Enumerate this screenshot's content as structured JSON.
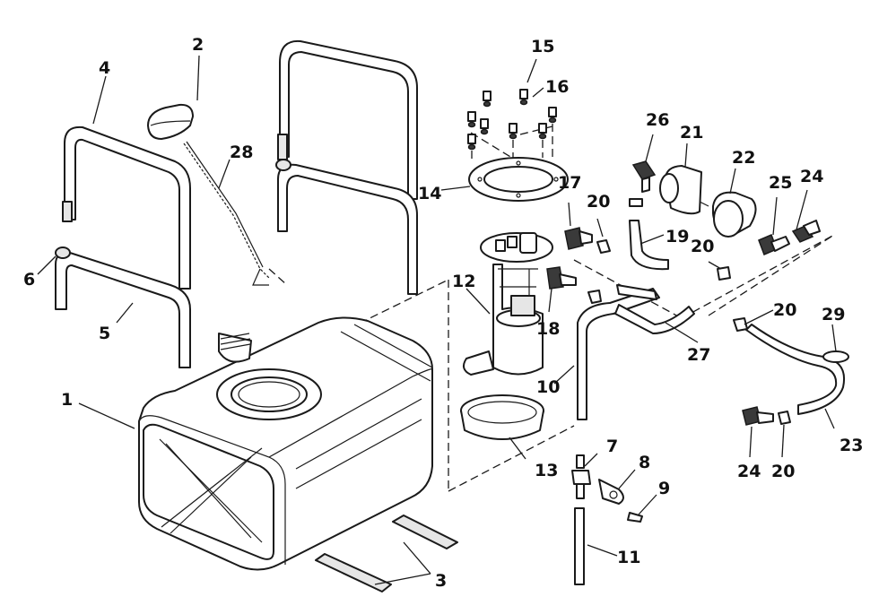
{
  "callouts": [
    {
      "id": "c1",
      "text": "1"
    },
    {
      "id": "c2",
      "text": "2"
    },
    {
      "id": "c3",
      "text": "3"
    },
    {
      "id": "c4",
      "text": "4"
    },
    {
      "id": "c5",
      "text": "5"
    },
    {
      "id": "c6",
      "text": "6"
    },
    {
      "id": "c7",
      "text": "7"
    },
    {
      "id": "c8",
      "text": "8"
    },
    {
      "id": "c9",
      "text": "9"
    },
    {
      "id": "c10",
      "text": "10"
    },
    {
      "id": "c11",
      "text": "11"
    },
    {
      "id": "c12",
      "text": "12"
    },
    {
      "id": "c13",
      "text": "13"
    },
    {
      "id": "c14",
      "text": "14"
    },
    {
      "id": "c15",
      "text": "15"
    },
    {
      "id": "c16",
      "text": "16"
    },
    {
      "id": "c17",
      "text": "17"
    },
    {
      "id": "c18",
      "text": "18"
    },
    {
      "id": "c19",
      "text": "19"
    },
    {
      "id": "c20a",
      "text": "20"
    },
    {
      "id": "c20b",
      "text": "20"
    },
    {
      "id": "c20c",
      "text": "20"
    },
    {
      "id": "c20d",
      "text": "20"
    },
    {
      "id": "c21",
      "text": "21"
    },
    {
      "id": "c22",
      "text": "22"
    },
    {
      "id": "c23",
      "text": "23"
    },
    {
      "id": "c24a",
      "text": "24"
    },
    {
      "id": "c24b",
      "text": "24"
    },
    {
      "id": "c25",
      "text": "25"
    },
    {
      "id": "c26",
      "text": "26"
    },
    {
      "id": "c27",
      "text": "27"
    },
    {
      "id": "c28",
      "text": "28"
    },
    {
      "id": "c29",
      "text": "29"
    }
  ]
}
